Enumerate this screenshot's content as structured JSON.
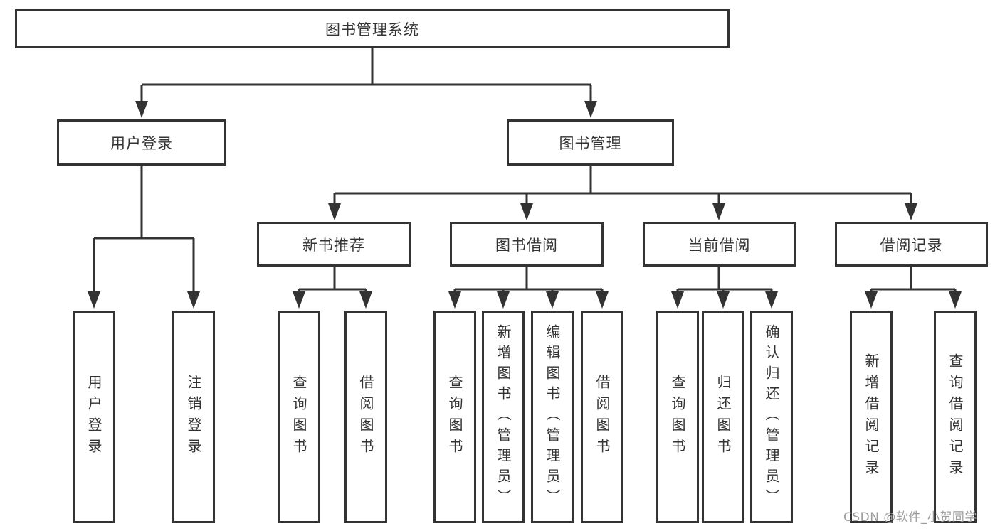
{
  "root": {
    "label": "图书管理系统"
  },
  "level2": {
    "user_login": {
      "label": "用户登录"
    },
    "book_mgmt": {
      "label": "图书管理"
    }
  },
  "level3": {
    "new_book": {
      "label": "新书推荐"
    },
    "book_borrow": {
      "label": "图书借阅"
    },
    "current_borrow": {
      "label": "当前借阅"
    },
    "borrow_record": {
      "label": "借阅记录"
    }
  },
  "leaves": {
    "user_login": [
      "用户登录",
      "注销登录"
    ],
    "new_book": [
      "查询图书",
      "借阅图书"
    ],
    "book_borrow": [
      "查询图书",
      "新增图书（管理员）",
      "编辑图书（管理员）",
      "借阅图书"
    ],
    "current_borrow": [
      "查询图书",
      "归还图书",
      "确认归还（管理员）"
    ],
    "borrow_record": [
      "新增借阅记录",
      "查询借阅记录"
    ]
  },
  "watermark": {
    "text": "CSDN @软件_小贺同学",
    "color": "#9c9c9c"
  },
  "colors": {
    "line": "#333333",
    "text": "#333333",
    "box_background": "#ffffff",
    "page_background": "#ffffff"
  }
}
